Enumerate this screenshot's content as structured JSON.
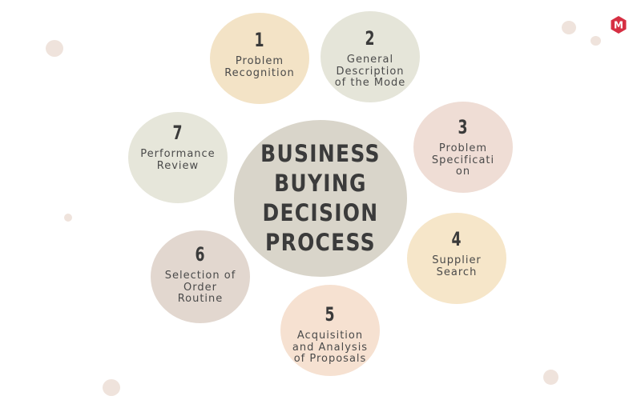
{
  "center_title": "BUSINESS\nBUYING\nDECISION\nPROCESS",
  "logo_letter": "M",
  "colors": {
    "center": "#d9d5ca",
    "step1": "#f3e3c6",
    "step2": "#e5e5d9",
    "step3": "#efddd5",
    "step4": "#f6e6c9",
    "step5": "#f6e1d1",
    "step6": "#e2d7cf",
    "step7": "#e6e6da",
    "logo": "#d62f43"
  },
  "steps": [
    {
      "number": "1",
      "label": "Problem\nRecognition"
    },
    {
      "number": "2",
      "label": "General\nDescription\nof the Mode"
    },
    {
      "number": "3",
      "label": "Problem\nSpecificati\non"
    },
    {
      "number": "4",
      "label": "Supplier\nSearch"
    },
    {
      "number": "5",
      "label": "Acquisition\nand Analysis\nof Proposals"
    },
    {
      "number": "6",
      "label": "Selection of\nOrder\nRoutine"
    },
    {
      "number": "7",
      "label": "Performance\nReview"
    }
  ]
}
